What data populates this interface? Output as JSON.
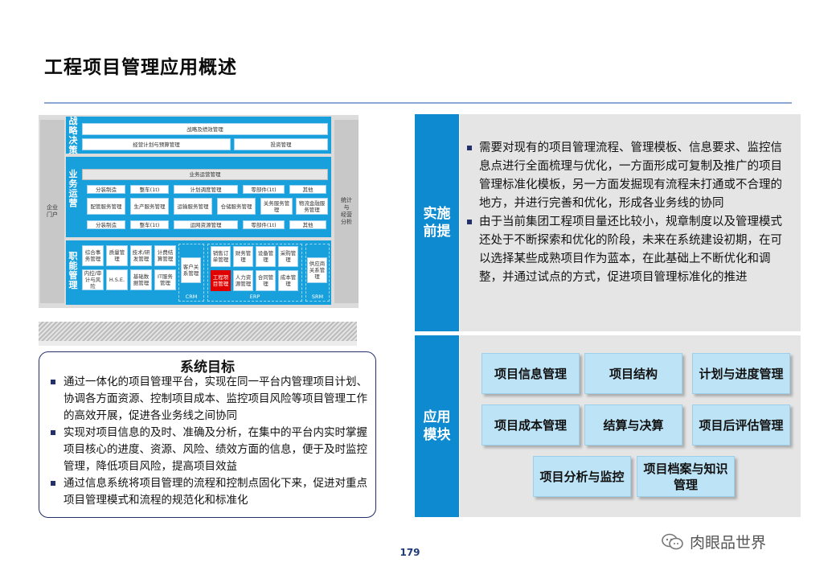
{
  "page": {
    "title": "工程项目管理应用概述",
    "page_number": "179",
    "watermark": "肉眼品世界"
  },
  "architecture": {
    "left_side": "企业\n门户",
    "right_side": "统计\n与\n经营\n分析",
    "strategy": {
      "title": "战略决策",
      "row1": "战略及绩效管理",
      "row2_left": "经营计划与预算管理",
      "row2_right": "投资管理"
    },
    "operations": {
      "title": "业务运营",
      "header": "业务运营管理",
      "row1": [
        "分装制造",
        "整车(1t)",
        "计划调度管理",
        "零部件(1t)",
        "其他"
      ],
      "row2": [
        "配管服务管理",
        "生产服务管理",
        "运输服务管理",
        "仓储服务管理",
        "关务服务管理",
        "物流金融服务管理"
      ],
      "row3": [
        "分装制造",
        "整车(1t)",
        "运网资源管理",
        "零部件(1t)",
        "其他"
      ]
    },
    "functions": {
      "title": "职能管理",
      "grid": [
        "综合事务管理",
        "质量管理",
        "技术/研发管理",
        "计费结算管理",
        "内控/审计与风险",
        "H.S.E.",
        "基础数据管理",
        "IT服务管理"
      ],
      "crm_box": "客户关系管理",
      "crm_label": "CRM",
      "erp_grid": [
        "销售订单管理",
        "财务管理",
        "设备管理",
        "采购管理",
        "工程项目管理",
        "人力资源管理",
        "合同管理",
        "成本管理"
      ],
      "erp_label": "ERP",
      "srm_box": "供应商关系管理",
      "srm_label": "SRM"
    }
  },
  "goals": {
    "title": "系统目标",
    "items": [
      "通过一体化的项目管理平台，实现在同一平台内管理项目计划、协调各方面资源、控制项目成本、监控项目风险等项目管理工作的高效开展，促进各业务线之间协同",
      "实现对项目信息的及时、准确及分析，在集中的平台内实时掌握项目核心的进度、资源、风险、绩效方面的信息，便于及时监控管理，降低项目风险，提高项目效益",
      "通过信息系统将项目管理的流程和控制点固化下来，促进对重点项目管理模式和流程的规范化和标准化"
    ]
  },
  "premise": {
    "label": "实施前提",
    "items": [
      "需要对现有的项目管理流程、管理模板、信息要求、监控信息点进行全面梳理与优化，一方面形成可复制及推广的项目管理标准化模板，另一方面发掘现有流程未打通或不合理的地方，并进行完善和优化，形成各业务线的协同",
      "由于当前集团工程项目量还比较小，规章制度以及管理模式还处于不断探索和优化的阶段，未来在系统建设初期，在可以选择某些成熟项目作为蓝本，在此基础上不断优化和调整，并通过试点的方式，促进项目管理标准化的推进"
    ]
  },
  "modules": {
    "label": "应用模块",
    "items": [
      "项目信息管理",
      "项目结构",
      "计划与进度管理",
      "项目成本管理",
      "结算与决算",
      "项目后评估管理",
      "项目分析与监控",
      "项目档案与知识管理"
    ]
  }
}
